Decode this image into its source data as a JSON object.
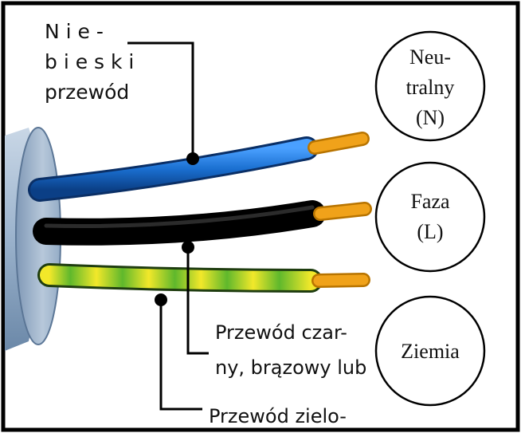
{
  "labels": {
    "blue_wire": [
      "N i e -",
      "b i e s k i",
      "przewód"
    ],
    "black_wire": [
      "Przewód  czar-",
      "ny, brązowy lub"
    ],
    "green_wire": [
      "Przewód  zielo-"
    ]
  },
  "terminals": {
    "neutral": [
      "Neu-",
      "tralny",
      "(N)"
    ],
    "phase": [
      "Faza",
      "(L)"
    ],
    "earth": [
      "Ziemia"
    ]
  },
  "colors": {
    "neutral_wire": "#1a6fd0",
    "live_wire": "#111111",
    "earth_wire_yellow": "#f2e82a",
    "earth_wire_green": "#5fb82c",
    "copper_tip": "#f0a21a",
    "cable_sheath": "#8aa8c8"
  }
}
